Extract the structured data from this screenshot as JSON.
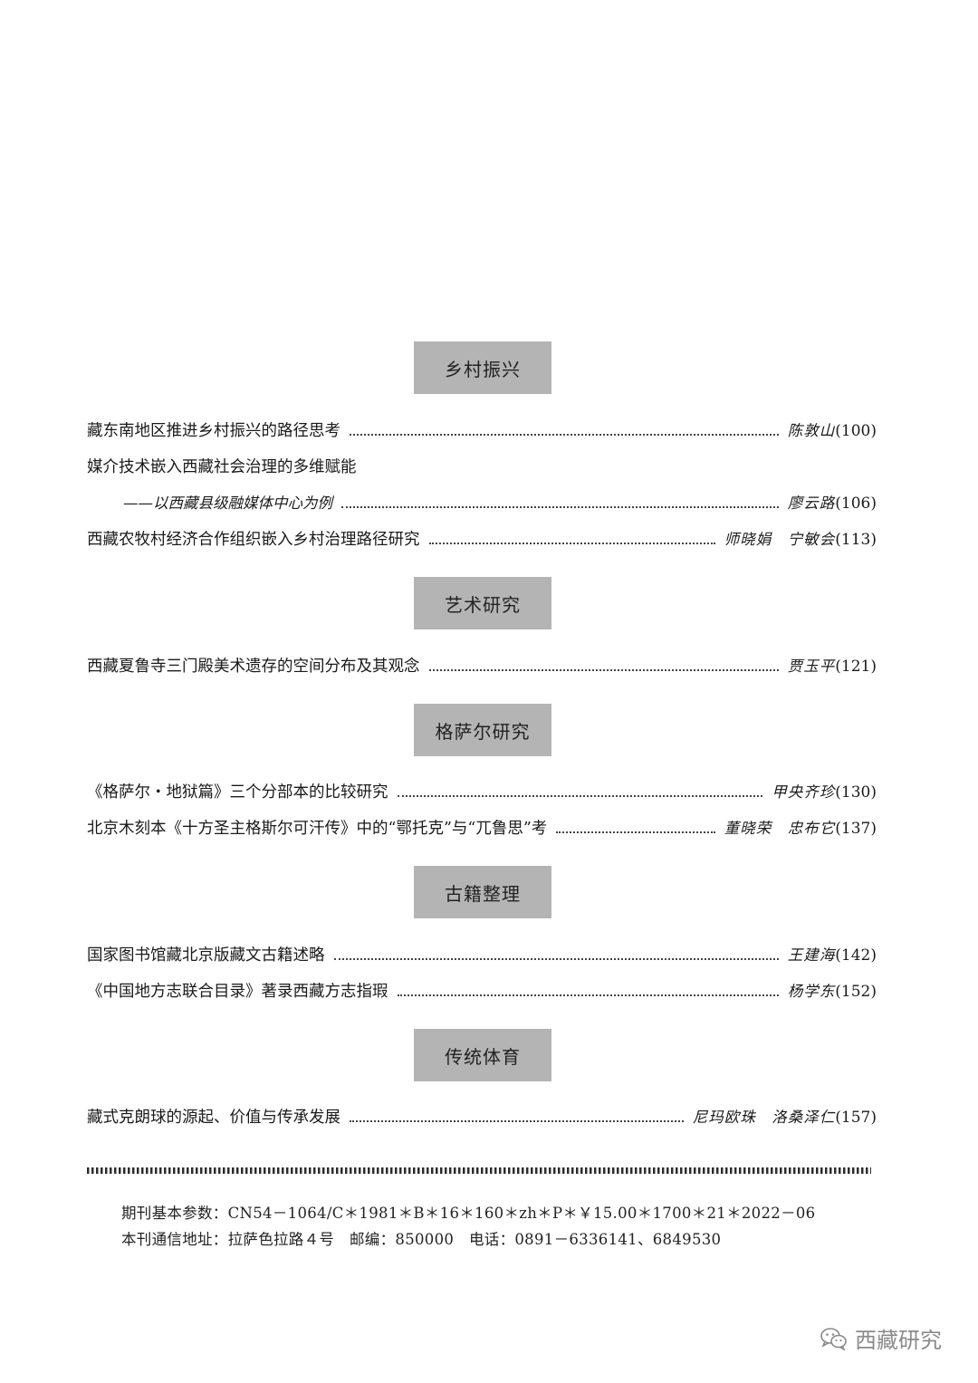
{
  "sections": [
    {
      "header": "乡村振兴",
      "entries": [
        {
          "title": "藏东南地区推进乡村振兴的路径思考",
          "author": "陈敦山",
          "page": "(100)"
        },
        {
          "title": "媒介技术嵌入西藏社会治理的多维赋能"
        },
        {
          "subtitle": "——以西藏县级融媒体中心为例",
          "author": "廖云路",
          "page": "(106)"
        },
        {
          "title": "西藏农牧村经济合作组织嵌入乡村治理路径研究",
          "author": "师晓娟　宁敏会",
          "page": "(113)"
        }
      ]
    },
    {
      "header": "艺术研究",
      "entries": [
        {
          "title": "西藏夏鲁寺三门殿美术遗存的空间分布及其观念",
          "author": "贾玉平",
          "page": "(121)"
        }
      ]
    },
    {
      "header": "格萨尔研究",
      "entries": [
        {
          "title": "《格萨尔・地狱篇》三个分部本的比较研究",
          "author": "甲央齐珍",
          "page": "(130)"
        },
        {
          "title": "北京木刻本《十方圣主格斯尔可汗传》中的“鄂托克”与“兀鲁思”考",
          "author": "董晓荣　忠布它",
          "page": "(137)"
        }
      ]
    },
    {
      "header": "古籍整理",
      "entries": [
        {
          "title": "国家图书馆藏北京版藏文古籍述略",
          "author": "王建海",
          "page": "(142)"
        },
        {
          "title": "《中国地方志联合目录》著录西藏方志指瑕",
          "author": "杨学东",
          "page": "(152)"
        }
      ]
    },
    {
      "header": "传统体育",
      "entries": [
        {
          "title": "藏式克朗球的源起、价值与传承发展",
          "author": "尼玛欧珠　洛桑泽仁",
          "page": "(157)"
        }
      ]
    }
  ],
  "pubinfo": {
    "line1": "期刊基本参数：CN54－1064/C＊1981＊B＊16＊160＊zh＊P＊￥15.00＊1700＊21＊2022－06",
    "line2": "本刊通信地址：拉萨色拉路４号　邮编：850000　电话：0891－6336141、6849530"
  },
  "watermark": {
    "icon": "wechat-icon",
    "text": "西藏研究"
  }
}
